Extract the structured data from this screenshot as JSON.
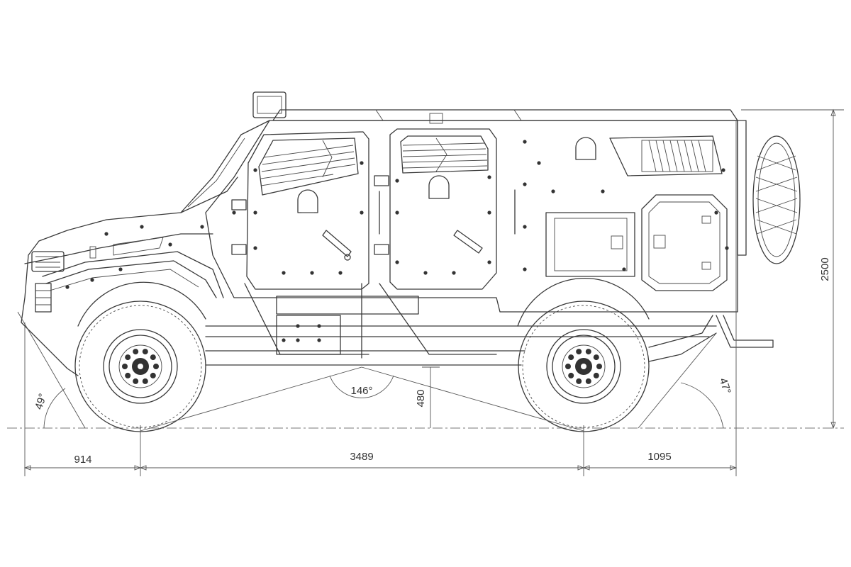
{
  "dimensions": {
    "front_overhang": "914",
    "wheelbase": "3489",
    "rear_overhang": "1095",
    "height": "2500",
    "ground_clearance": "480",
    "breakover_angle": "146°",
    "approach_angle": "49°",
    "departure_angle": "47°"
  },
  "colors": {
    "line": "#3a3a3a",
    "background": "#ffffff"
  }
}
